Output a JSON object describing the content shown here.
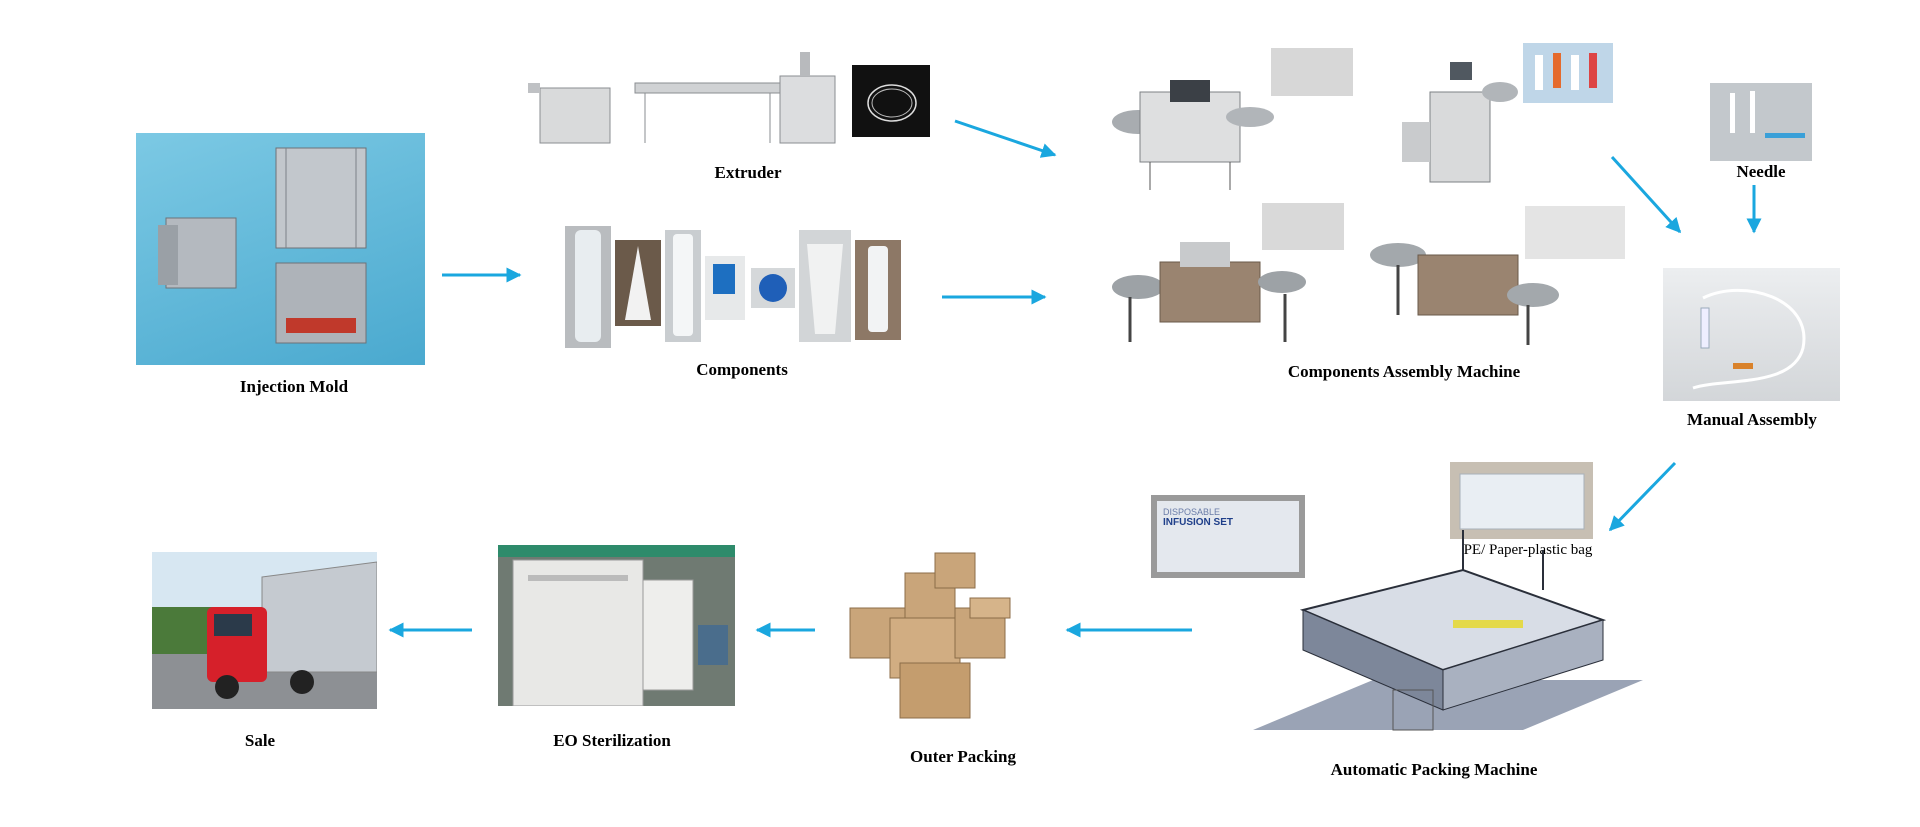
{
  "labels": {
    "injection_mold": "Injection Mold",
    "extruder": "Extruder",
    "components": "Components",
    "components_assembly_machine": "Components Assembly Machine",
    "needle": "Needle",
    "manual_assembly": "Manual Assembly",
    "pe_bag": "PE/ Paper-plastic bag",
    "automatic_packing_machine": "Automatic Packing Machine",
    "outer_packing": "Outer Packing",
    "eo_sterilization": "EO Sterilization",
    "sale": "Sale"
  },
  "product_label": {
    "brand": "DISPOSABLE",
    "name": "INFUSION SET"
  },
  "colors": {
    "arrow": "#1aa7df",
    "mold_bg": "#5bb8d8",
    "steel": "#b9bec4",
    "machine_body": "#d9dadb",
    "packing_machine": "#2a2f3a",
    "box": "#c9a57a",
    "truck_cab": "#d6202a",
    "trailer": "#c5cad0",
    "chamber": "#e8e8e6"
  }
}
